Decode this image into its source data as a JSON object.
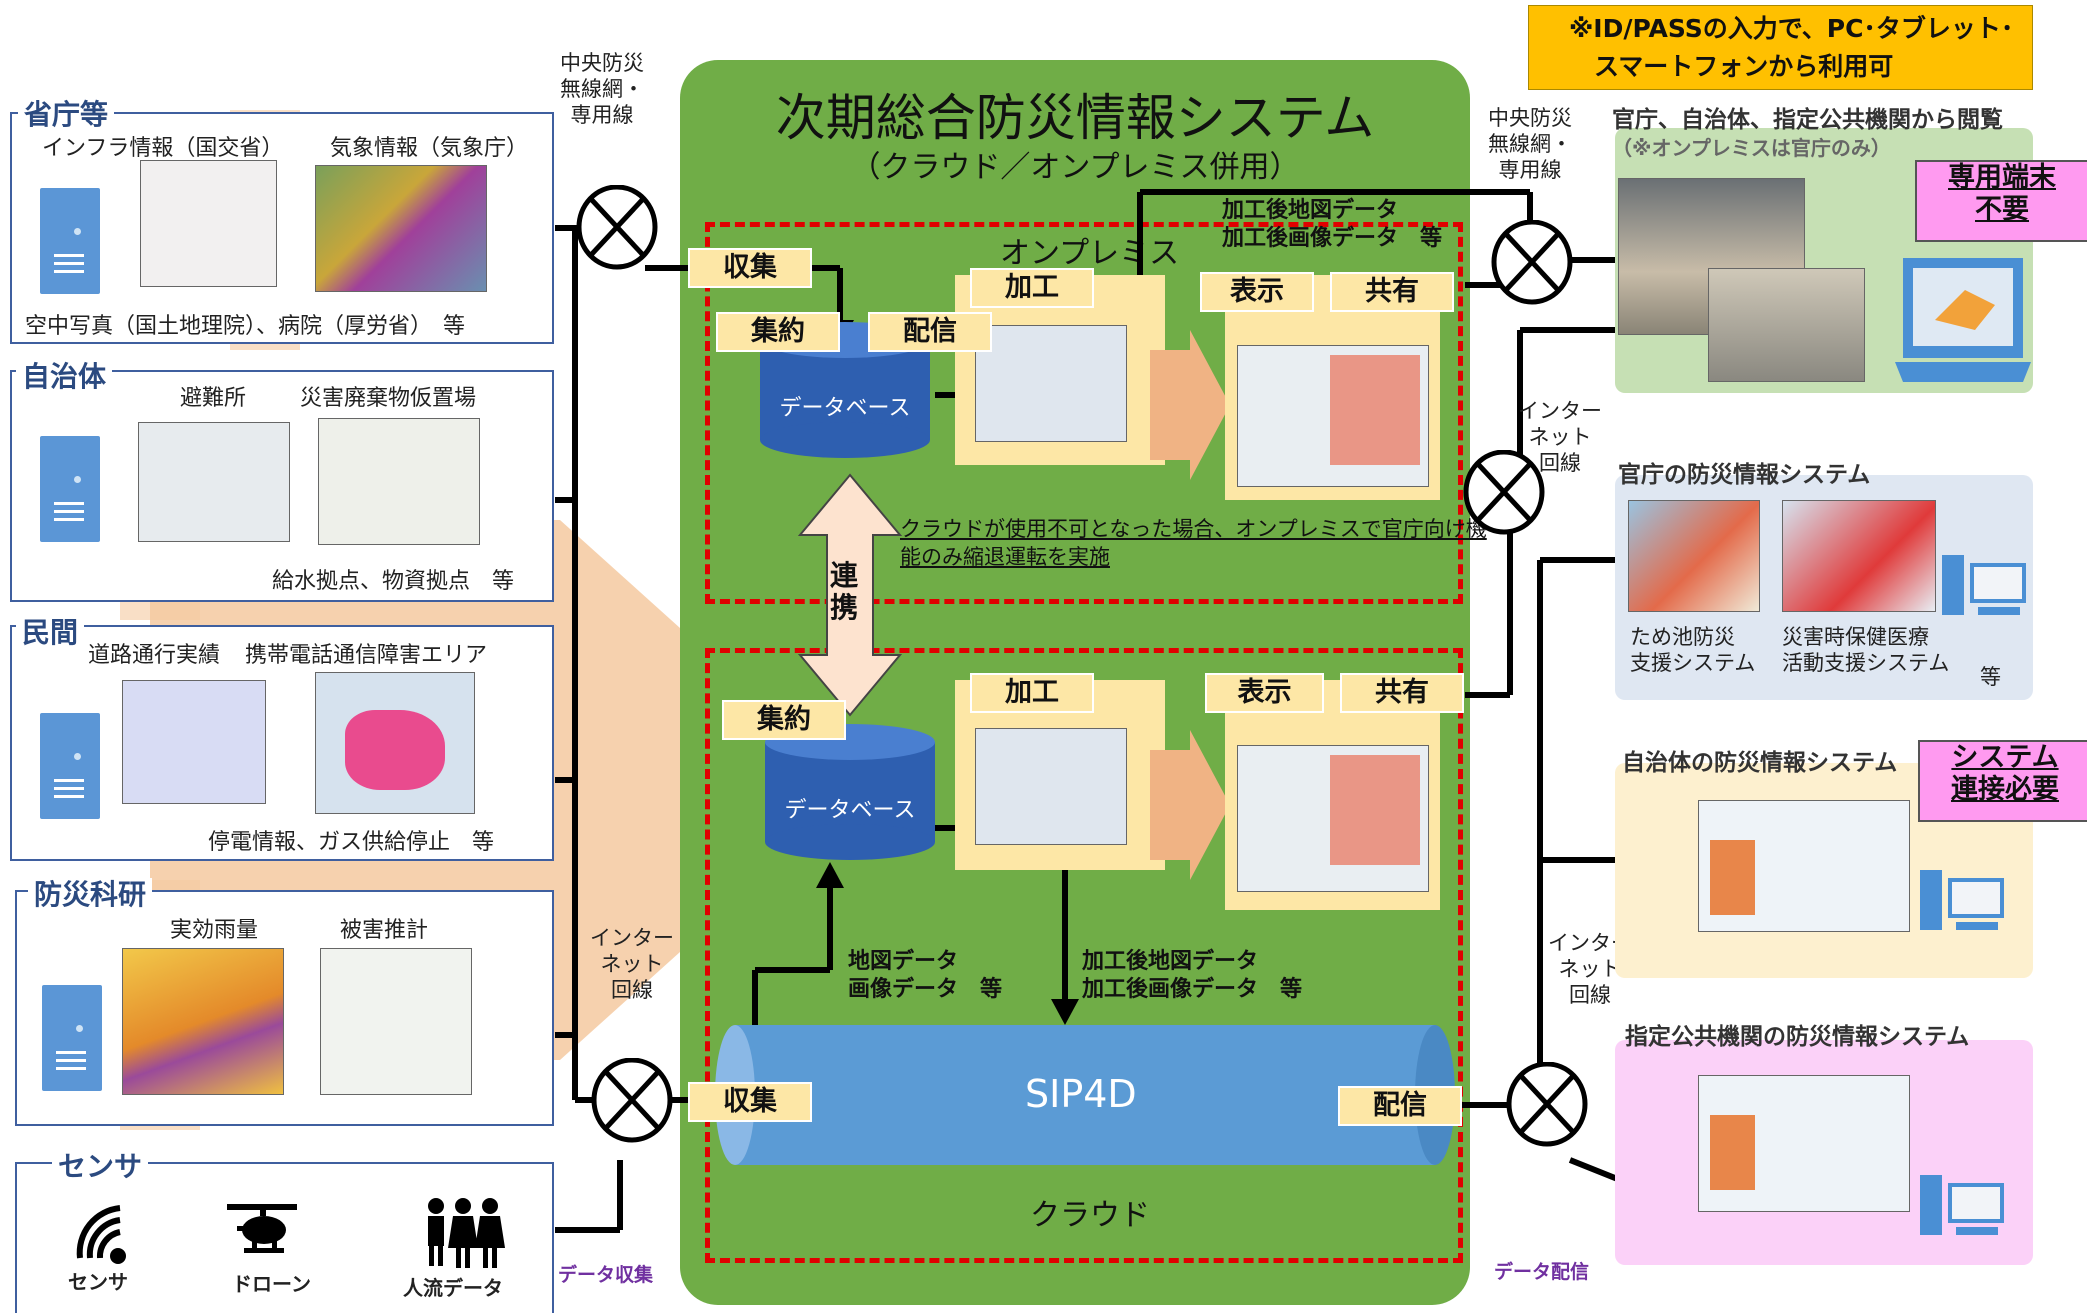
{
  "title": "次期総合防災情報システム",
  "subtitle": "（クラウド／オンプレミス併用）",
  "onpremise_label": "オンプレミス",
  "cloud_label": "クラウド",
  "sip4d_label": "SIP4D",
  "database_label": "データベース",
  "renkei_label": "連携",
  "tags": {
    "collect": "収集",
    "aggregate": "集約",
    "distribute": "配信",
    "process": "加工",
    "display": "表示",
    "share": "共有"
  },
  "processed_data_note": "加工後地図データ\n加工後画像データ　等",
  "raw_data_note": "地図データ\n画像データ　等",
  "fallback_note_line1": "クラウドが使用不可となった場合、オンプレミスで官庁向け機",
  "fallback_note_line2": "能のみ縮退運転を実施",
  "networks": {
    "central_left": "中央防災\n無線網・\n専用線",
    "central_right": "中央防災\n無線網・\n専用線",
    "internet_left": "インター\nネット\n回線",
    "internet_right_top": "インター\nネット\n回線",
    "internet_right_bottom": "インター\nネット\n回線"
  },
  "sources": [
    {
      "label": "省庁等",
      "caption1": "インフラ情報（国交省）",
      "caption2": "気象情報（気象庁）",
      "footer": "空中写真（国土地理院）、病院（厚労省）　等"
    },
    {
      "label": "自治体",
      "caption1": "避難所",
      "caption2": "災害廃棄物仮置場",
      "footer": "給水拠点、物資拠点　等"
    },
    {
      "label": "民間",
      "caption1": "道路通行実績",
      "caption2": "携帯電話通信障害エリア",
      "footer": "停電情報、ガス供給停止　等"
    },
    {
      "label": "防災科研",
      "caption1": "実効雨量",
      "caption2": "被害推計",
      "footer": ""
    },
    {
      "label": "センサ",
      "caption1": "",
      "caption2": "",
      "footer": ""
    }
  ],
  "sensors": [
    {
      "label": "センサ",
      "icon": "sensor-icon"
    },
    {
      "label": "ドローン",
      "icon": "drone-icon"
    },
    {
      "label": "人流データ",
      "icon": "people-icon"
    }
  ],
  "bottom_labels": {
    "collect": "データ収集",
    "distribute": "データ配信"
  },
  "notice_box": "※ID/PASSの入力で、PC･タブレット･\n　スマートフォンから利用可",
  "right": {
    "viewer_title": "官庁、自治体、指定公共機関から閲覧",
    "viewer_sub": "（※オンプレミスは官庁のみ）",
    "callout_no_terminal": "専用端末\n不要",
    "ministry_title": "官庁の防災情報システム",
    "ministry_sys1": "ため池防災\n支援システム",
    "ministry_sys2": "災害時保健医療\n活動支援システム",
    "ministry_etc": "等",
    "municipal_title": "自治体の防災情報システム",
    "callout_connect": "システム\n連接必要",
    "designated_title": "指定公共機関の防災情報システム"
  },
  "colors": {
    "green": "#70ad47",
    "red_dash": "#e00000",
    "tag_yellow": "#fde7a6",
    "cylinder_blue": "#4472c4",
    "notice_yellow": "#ffc000",
    "callout_pink": "#ff9af0"
  }
}
